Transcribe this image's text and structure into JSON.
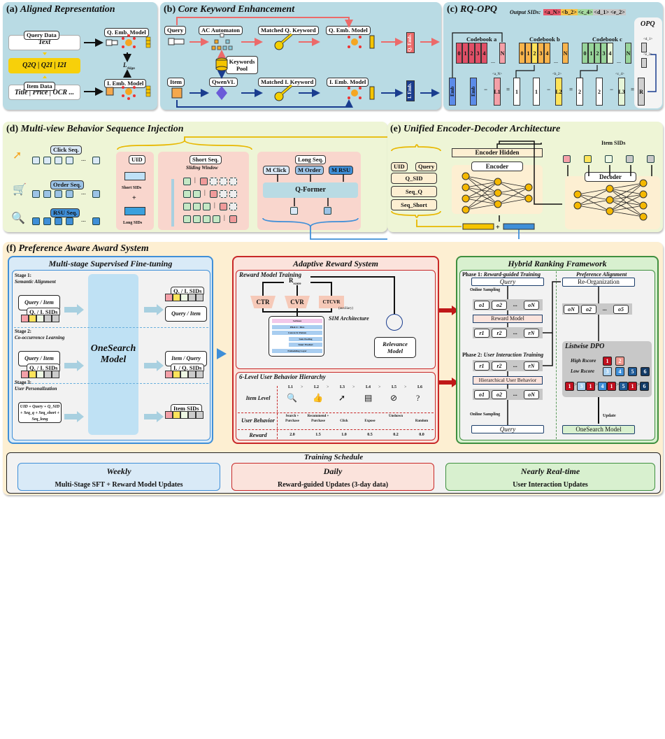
{
  "panel_a": {
    "title_letter": "(a)",
    "title": "Aligned Representation",
    "query_data_tag": "Query Data",
    "query_data_text": "Text",
    "pairs": "Q2Q | Q2I | I2I",
    "item_data_tag": "Item Data",
    "item_data_text": "Title | Price | OCR ...",
    "q_model": "Q. Emb. Model",
    "i_model": "I. Emb. Model",
    "loss": "L",
    "loss_sub": "Align"
  },
  "panel_b": {
    "title_letter": "(b)",
    "title": "Core Keyword Enhancement",
    "query": "Query",
    "ac": "AC Automaton",
    "matched_q": "Matched Q. Keyword",
    "q_model": "Q. Emb. Model",
    "keywords_pool": "Keywords Pool",
    "item": "Item",
    "qwenvl": "QwenVL",
    "matched_i": "Matched I. Keyword",
    "i_model": "I. Emb. Model",
    "q_emb": "Q. Emb.",
    "i_emb": "I. Emb."
  },
  "panel_c": {
    "title_letter": "(c)",
    "title": "RQ-OPQ",
    "output_label": "Output SIDs:",
    "output_sids": [
      {
        "text": "<a_N>",
        "color": "#e8566b"
      },
      {
        "text": "<b_2>",
        "color": "#f8c44a"
      },
      {
        "text": "<c_4>",
        "color": "#a6dba0"
      },
      {
        "text": "<d_1>",
        "color": "#c8c8c8"
      },
      {
        "text": "<e_2>",
        "color": "#c8c8c8"
      }
    ],
    "codebooks": [
      {
        "label": "Codebook a",
        "cells": [
          "0",
          "1",
          "2",
          "3",
          "4"
        ],
        "last": "N",
        "color": "#e05067",
        "selected_color": "#f4a0a8"
      },
      {
        "label": "Codebook b",
        "cells": [
          "0",
          "1",
          "2",
          "3",
          "4"
        ],
        "last": "N",
        "color": "#f9b44c",
        "selected_color": "#fde35a"
      },
      {
        "label": "Codebook c",
        "cells": [
          "0",
          "1",
          "2",
          "3",
          "4"
        ],
        "last": "N",
        "color": "#97d49a",
        "selected_color": "#e6f6d8"
      }
    ],
    "emb": "Emb",
    "residual_labels": [
      "<a_N>",
      "<b_2>",
      "<c_4>"
    ],
    "l1": "L1",
    "l2": "L2",
    "l3": "L3",
    "r1": "1",
    "r2": "2",
    "r": "R",
    "opq": "OPQ",
    "opq_d": "<d_1>",
    "opq_e": "<e_2>"
  },
  "panel_d": {
    "title_letter": "(d)",
    "title": "Multi-view Behavior Sequence Injection",
    "click_seq": "Click Seq.",
    "order_seq": "Order Seq.",
    "rsu_seq": "RSU Seq.",
    "ellipsis": "...",
    "uid": "UID",
    "short_sids": "Short SIDs",
    "plus": "+",
    "long_sids": "Long SIDs",
    "short_seq": "Short Seq.",
    "sliding_window": "Sliding Window",
    "long_seq": "Long Seq.",
    "m_click": "M Click",
    "m_order": "M Order",
    "m_rsu": "M RSU",
    "qformer": "Q-Former"
  },
  "panel_e": {
    "title_letter": "(e)",
    "title": "Unified Encoder-Decoder Architecture",
    "inputs": [
      "UID",
      "Query",
      "Q_SID",
      "Seq_Q",
      "Seq_Short"
    ],
    "encoder_hidden": "Encoder Hidden",
    "encoder": "Encoder",
    "decoder": "Decoder",
    "item_sids": "Item SIDs",
    "item_sid_colors": [
      "#f4a0a8",
      "#fde35a",
      "#eef8e4",
      "#c8c8c8",
      "#c8c8c8"
    ]
  },
  "panel_f": {
    "title_letter": "(f)",
    "title": "Preference Aware Award System",
    "sft": {
      "title": "Multi-stage Supervised Fine-tuning",
      "model": "OneSearch Model",
      "stages": [
        {
          "label": "Stage 1:",
          "name": "Semantic Alignment",
          "input": "Query / Item",
          "input_sids": "Q. / I. SIDs",
          "output_sids": "Q. / I. SIDs",
          "output": "Query / Item"
        },
        {
          "label": "Stage 2:",
          "name": "Co-occurrence Learning",
          "input": "Query / Item",
          "input_sids": "Q. / I. SIDs",
          "output": "Item / Query",
          "output_sids": "I. / Q. SIDs"
        },
        {
          "label": "Stage 3:",
          "name": "User Personalization",
          "input": "UID + Query + Q_SID + Seq_q + Seq_short + Seq_long",
          "output_sids": "Item SIDs"
        }
      ],
      "sid_colors": [
        "#f4a0a8",
        "#fde35a",
        "#eef8e4",
        "#cccccc",
        "#cccccc"
      ]
    },
    "reward": {
      "title": "Adaptive Reward System",
      "training_title": "Reward Model Training",
      "rscore": "R",
      "rscore_sub": "score",
      "heads": [
        "CTR",
        "CVR",
        "CTCVR"
      ],
      "aux": "(auxiliary)",
      "sim": "SIM Architecture",
      "sim_layers": [
        "Softmax",
        "PReLU / Dice",
        "Concat & Flatten",
        "Sum Pooling",
        "Inner Product",
        "Embedding Layer"
      ],
      "relevance": "Relevance Model",
      "hierarchy_title": "6-Level User Behavior Hierarchy",
      "row_labels": [
        "Item Level",
        "User Behavior",
        "Reward"
      ],
      "levels": [
        {
          "level": "L1",
          "behavior": "Search + Purchase",
          "reward": "2.0"
        },
        {
          "level": "L2",
          "behavior": "Recommend + Purchase",
          "reward": "1.5"
        },
        {
          "level": "L3",
          "behavior": "Click",
          "reward": "1.0"
        },
        {
          "level": "L4",
          "behavior": "Expose",
          "reward": "0.5"
        },
        {
          "level": "L5",
          "behavior": "Unshown",
          "reward": "0.2"
        },
        {
          "level": "L6",
          "behavior": "Random",
          "reward": "0.0"
        }
      ],
      "gt": ">"
    },
    "ranking": {
      "title": "Hybrid Ranking Framework",
      "phase1": "Phase 1:",
      "phase1_name": "Reward-guided Training",
      "query": "Query",
      "online_sampling": "Online Sampling",
      "o_items": [
        "o1",
        "o2",
        "...",
        "oN"
      ],
      "reward_model": "Reward Model",
      "r_items": [
        "r1",
        "r2",
        "...",
        "rN"
      ],
      "phase2": "Phase 2:",
      "phase2_name": "User Interaction Training",
      "hier_behavior": "Hierarchical User Behavior",
      "pref_title": "Preference Alignment",
      "reorg": "Re-Organization",
      "reorg_items": [
        "oN",
        "o2",
        "...",
        "o5"
      ],
      "dpo_title": "Listwise DPO",
      "high": "High R",
      "low": "Low R",
      "score_sub": "score",
      "high_items": [
        {
          "n": "1",
          "c": "#c0101f"
        },
        {
          "n": "2",
          "c": "#f19a90"
        }
      ],
      "low_items": [
        {
          "n": "3",
          "c": "#a8d0f0"
        },
        {
          "n": "4",
          "c": "#3f8fd8"
        },
        {
          "n": "5",
          "c": "#1f5a96"
        },
        {
          "n": "6",
          "c": "#123a66"
        }
      ],
      "pairs": [
        [
          "1",
          "3"
        ],
        [
          "1",
          "4"
        ],
        [
          "1",
          "5"
        ],
        [
          "1",
          "6"
        ]
      ],
      "update": "Update",
      "onesearch": "OneSearch Model"
    }
  },
  "schedule": {
    "title": "Training Schedule",
    "items": [
      {
        "freq": "Weekly",
        "desc": "Multi-Stage SFT + Reward Model Updates"
      },
      {
        "freq": "Daily",
        "desc": "Reward-guided Updates (3-day data)"
      },
      {
        "freq": "Nearly Real-time",
        "desc": "User Interaction Updates"
      }
    ]
  },
  "colors": {
    "top_panel": "#b9dbe4",
    "mid_panel": "#eef5d6",
    "bottom_panel": "#fdefd2",
    "red_arrow": "#ec6a6a",
    "blue_arrow": "#1a3d8f",
    "sft_blue": "#d9eaf7",
    "reward_red": "#fbe3dc",
    "rank_green": "#d8f0cf"
  }
}
